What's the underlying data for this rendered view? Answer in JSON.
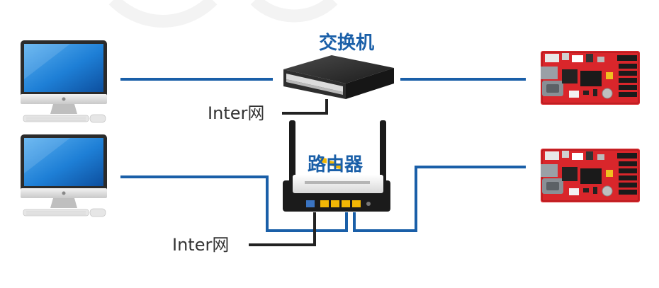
{
  "nodes": {
    "switch": {
      "label": "交换机",
      "icon": "network-switch-icon"
    },
    "router": {
      "label": "路由器",
      "icon": "wifi-router-icon"
    },
    "internet_switch": {
      "label": "Inter网"
    },
    "internet_router": {
      "label": "Inter网"
    },
    "computers": [
      {
        "icon": "desktop-computer-icon"
      },
      {
        "icon": "desktop-computer-icon"
      }
    ],
    "controller_boards": [
      {
        "icon": "led-controller-board-icon"
      },
      {
        "icon": "led-controller-board-icon"
      }
    ]
  },
  "colors": {
    "link_blue": "#1a5fa8",
    "internet_cable": "#222222",
    "label_blue": "#1a5fa8",
    "board_red": "#d9262b",
    "port_yellow": "#f2b705"
  }
}
